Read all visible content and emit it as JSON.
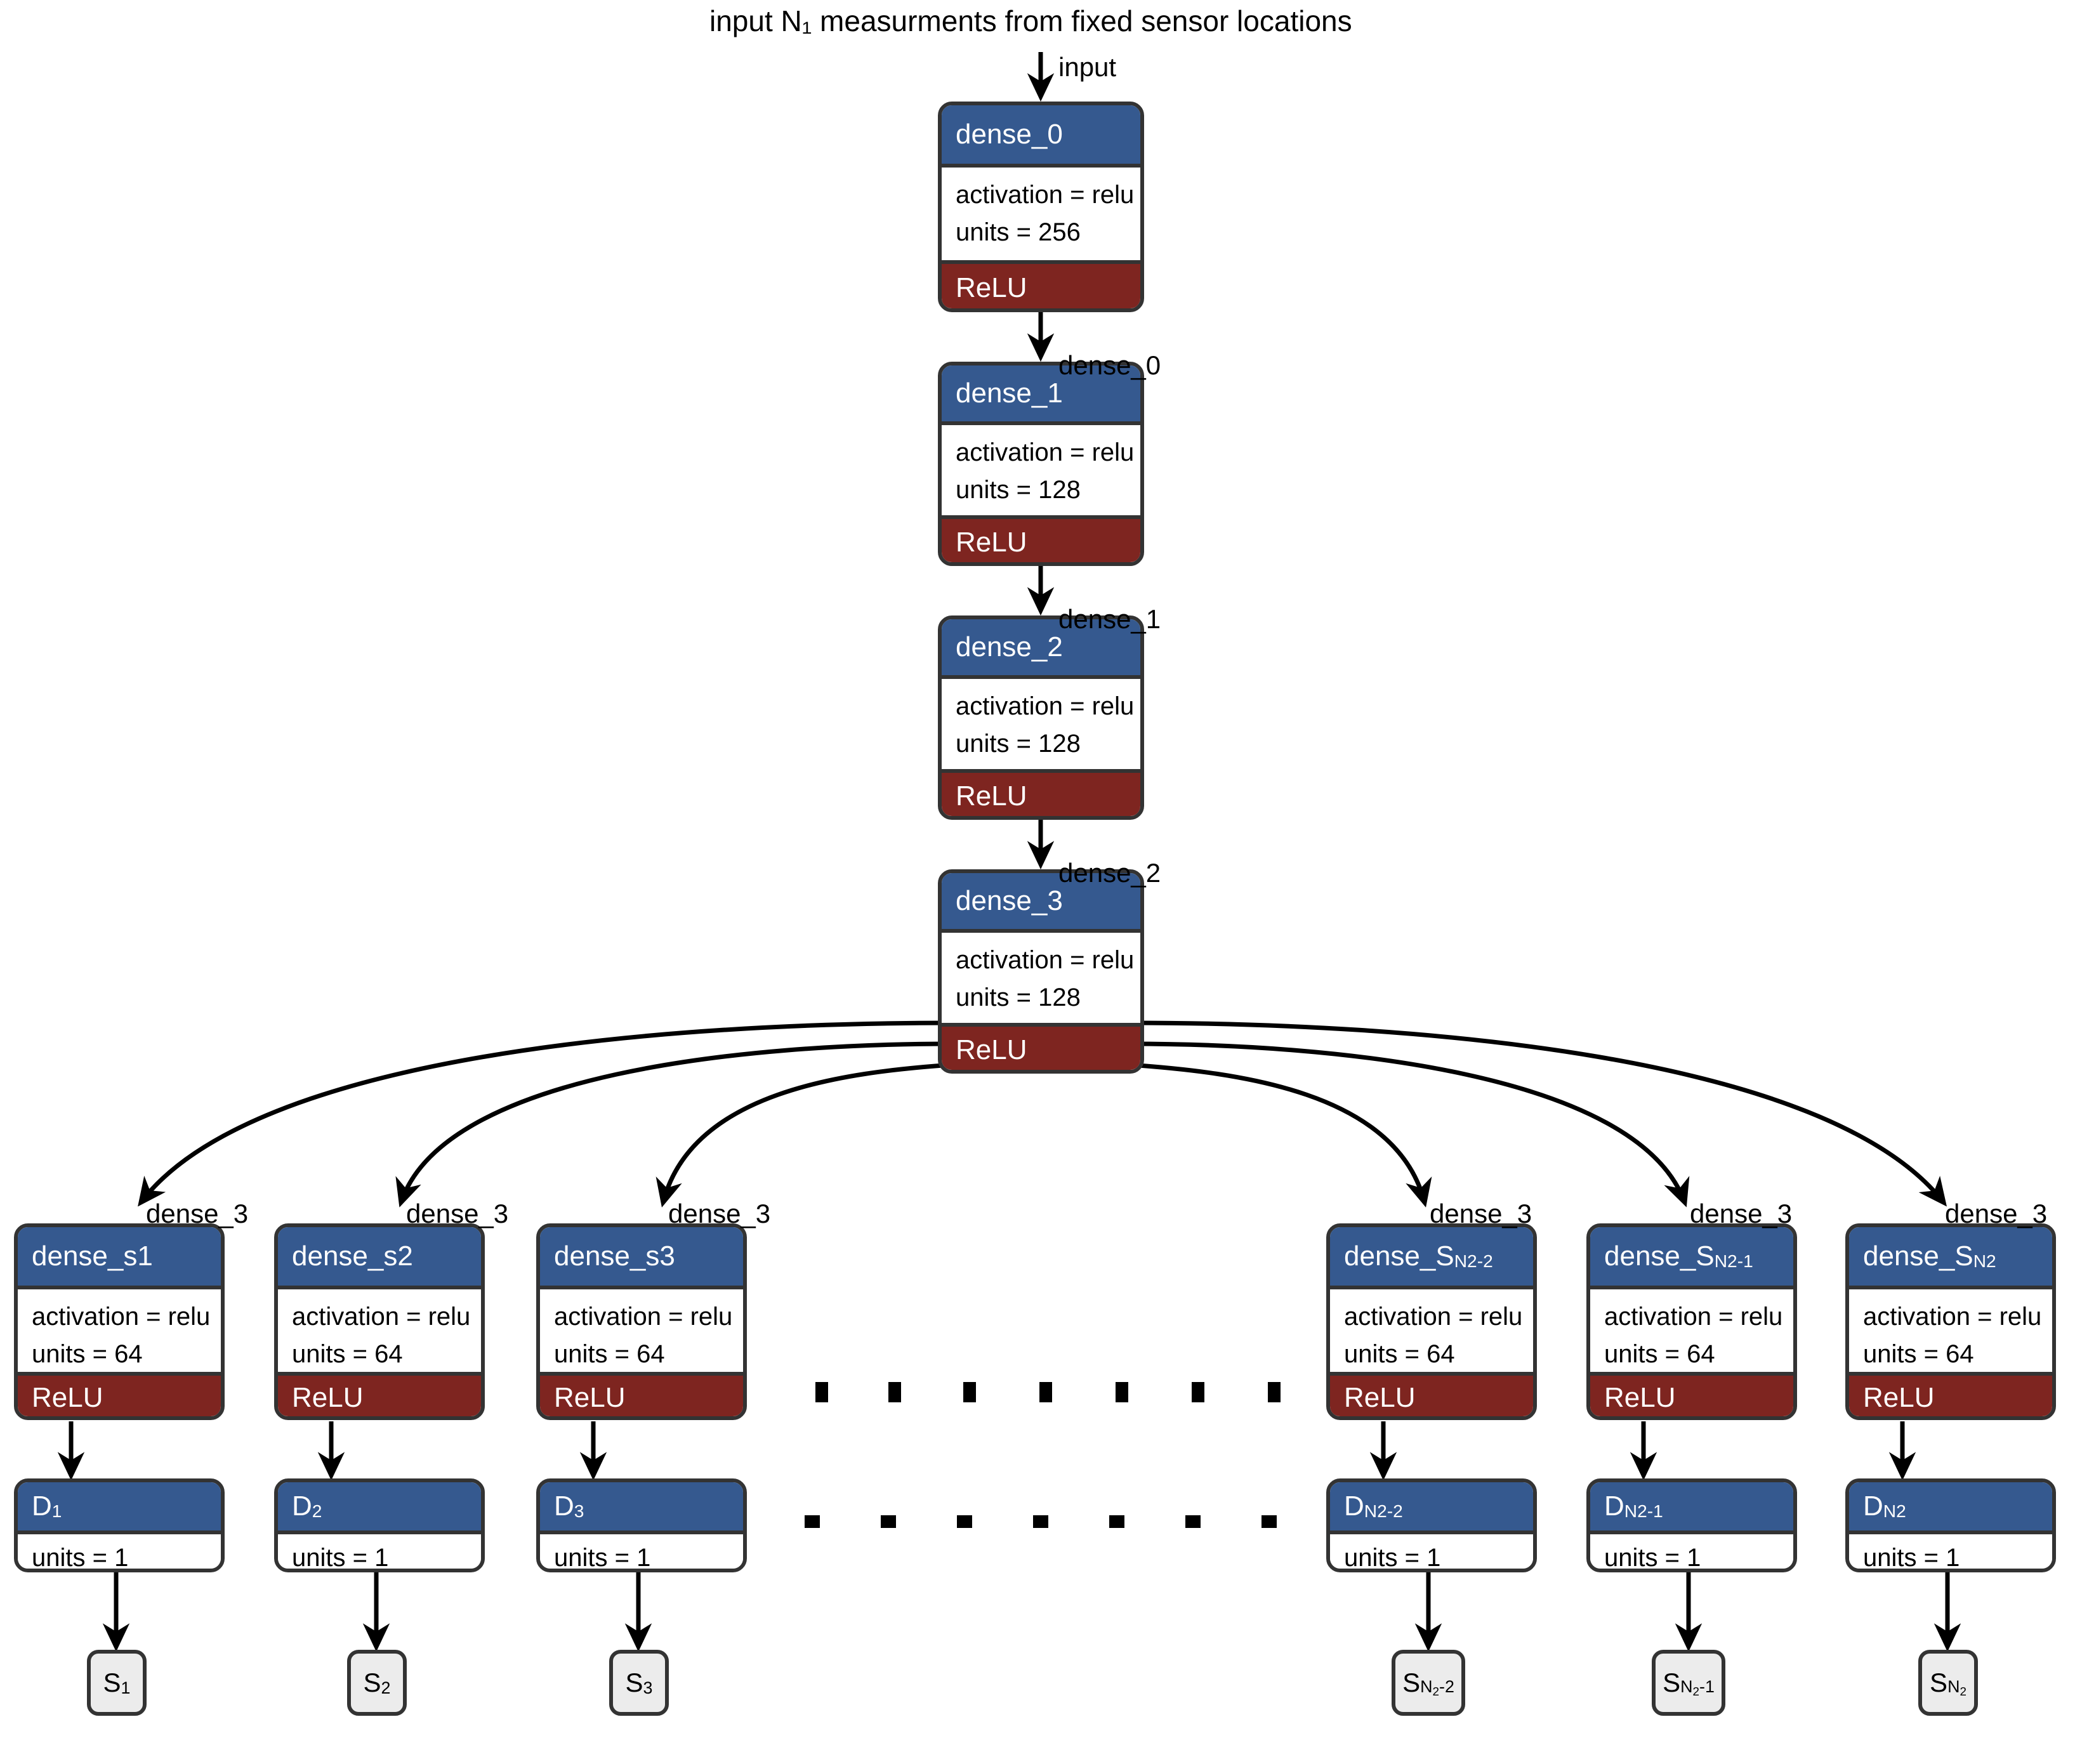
{
  "diagram": {
    "title": "input N₁ measurments from fixed sensor locations",
    "title_plain": "input N1 measurments from fixed sensor locations",
    "colors": {
      "header_blue": "#35598f",
      "activation_red": "#7e2520",
      "border": "#333333",
      "terminal_gray": "#ececec",
      "background": "#ffffff"
    },
    "input_edge_label": "input",
    "trunk": [
      {
        "id": "dense_0",
        "name": "dense_0",
        "activation_line": "activation = relu",
        "units_line": "units = 256",
        "activation_layer": "ReLU",
        "out_edge_label": "dense_0"
      },
      {
        "id": "dense_1",
        "name": "dense_1",
        "activation_line": "activation = relu",
        "units_line": "units = 128",
        "activation_layer": "ReLU",
        "out_edge_label": "dense_1"
      },
      {
        "id": "dense_2",
        "name": "dense_2",
        "activation_line": "activation = relu",
        "units_line": "units = 128",
        "activation_layer": "ReLU",
        "out_edge_label": "dense_2"
      },
      {
        "id": "dense_3",
        "name": "dense_3",
        "activation_line": "activation = relu",
        "units_line": "units = 128",
        "activation_layer": "ReLU",
        "out_edge_label": "dense_3"
      }
    ],
    "branch_edge_label": "dense_3",
    "branches": [
      {
        "dense_name": "dense_s1",
        "dense_name_html": "dense_s1",
        "activation_line": "activation = relu",
        "units_line": "units = 64",
        "activation_layer": "ReLU",
        "out_name_html": "D<sub>1</sub>",
        "out_name": "D1",
        "out_units_line": "units = 1",
        "sensor_name_html": "S<sub>1</sub>",
        "sensor_name": "S1"
      },
      {
        "dense_name": "dense_s2",
        "dense_name_html": "dense_s2",
        "activation_line": "activation = relu",
        "units_line": "units = 64",
        "activation_layer": "ReLU",
        "out_name_html": "D<sub>2</sub>",
        "out_name": "D2",
        "out_units_line": "units = 1",
        "sensor_name_html": "S<sub>2</sub>",
        "sensor_name": "S2"
      },
      {
        "dense_name": "dense_s3",
        "dense_name_html": "dense_s3",
        "activation_line": "activation = relu",
        "units_line": "units = 64",
        "activation_layer": "ReLU",
        "out_name_html": "D<sub>3</sub>",
        "out_name": "D3",
        "out_units_line": "units = 1",
        "sensor_name_html": "S<sub>3</sub>",
        "sensor_name": "S3"
      },
      {
        "dense_name": "dense_S_N2-2",
        "dense_name_html": "dense_S<sub>N2-2</sub>",
        "activation_line": "activation = relu",
        "units_line": "units = 64",
        "activation_layer": "ReLU",
        "out_name_html": "D<sub>N2-2</sub>",
        "out_name": "D_N2-2",
        "out_units_line": "units = 1",
        "sensor_name_html": "S<sub>N<sub>2</sub>-2</sub>",
        "sensor_name": "S_N2-2"
      },
      {
        "dense_name": "dense_S_N2-1",
        "dense_name_html": "dense_S<sub>N2-1</sub>",
        "activation_line": "activation = relu",
        "units_line": "units = 64",
        "activation_layer": "ReLU",
        "out_name_html": "D<sub>N2-1</sub>",
        "out_name": "D_N2-1",
        "out_units_line": "units = 1",
        "sensor_name_html": "S<sub>N<sub>2</sub>-1</sub>",
        "sensor_name": "S_N2-1"
      },
      {
        "dense_name": "dense_S_N2",
        "dense_name_html": "dense_S<sub>N2</sub>",
        "activation_line": "activation = relu",
        "units_line": "units = 64",
        "activation_layer": "ReLU",
        "out_name_html": "D<sub>N2</sub>",
        "out_name": "D_N2",
        "out_units_line": "units = 1",
        "sensor_name_html": "S<sub>N<sub>2</sub></sub>",
        "sensor_name": "S_N2"
      }
    ],
    "ellipsis": {
      "glyph": "▪",
      "dense_row_count": 7,
      "out_row_count": 7
    }
  }
}
